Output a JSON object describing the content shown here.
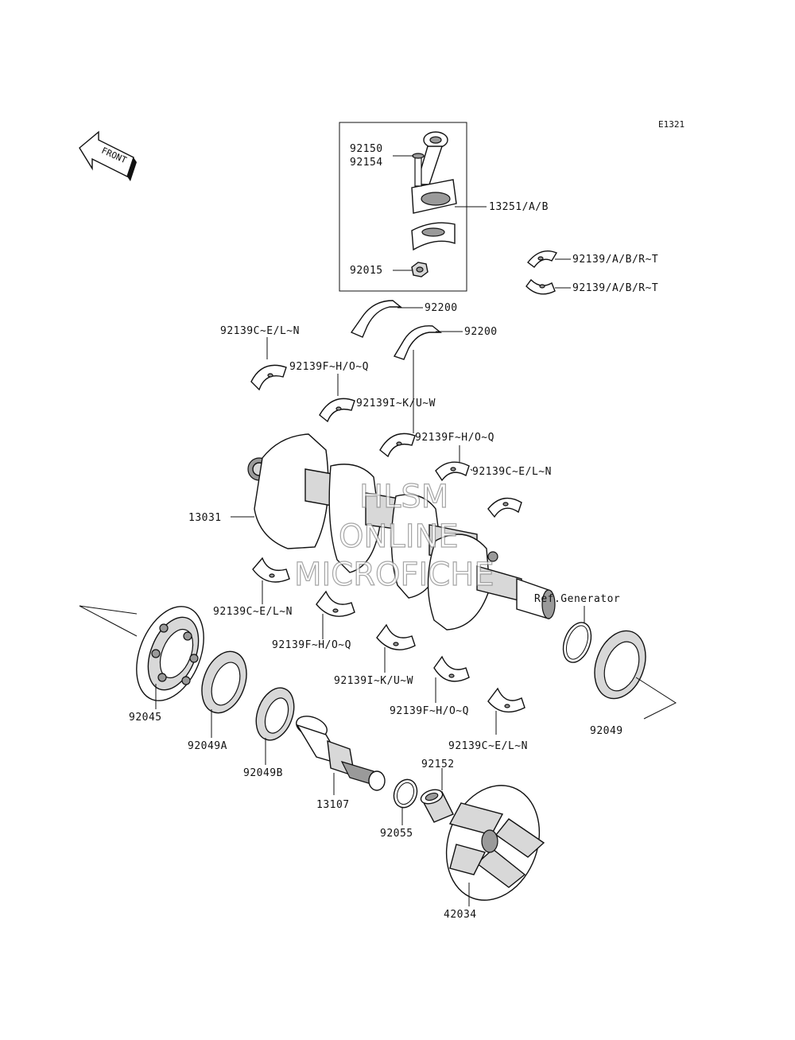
{
  "diagram_code": "E1321",
  "front_arrow_label": "FRONT",
  "watermark": [
    "HLSM",
    "ONLINE",
    "MICROFICHE"
  ],
  "ref_label": "Ref.Generator",
  "labels": {
    "p92150": "92150",
    "p92154": "92154",
    "p13251": "13251/A/B",
    "p92015": "92015",
    "p92139_a1": "92139/A/B/R~T",
    "p92139_a2": "92139/A/B/R~T",
    "p92200_1": "92200",
    "p92200_2": "92200",
    "p92139_cen_1": "92139C~E/L~N",
    "p92139_fhoq_1": "92139F~H/O~Q",
    "p92139_ikuw_1": "92139I~K/U~W",
    "p92139_fhoq_2": "92139F~H/O~Q",
    "p92139_cen_2": "92139C~E/L~N",
    "p13031": "13031",
    "p92139_cen_3": "92139C~E/L~N",
    "p92139_fhoq_3": "92139F~H/O~Q",
    "p92139_ikuw_2": "92139I~K/U~W",
    "p92139_fhoq_4": "92139F~H/O~Q",
    "p92139_cen_4": "92139C~E/L~N",
    "p92045": "92045",
    "p92049A": "92049A",
    "p92049B": "92049B",
    "p13107": "13107",
    "p92152": "92152",
    "p92055": "92055",
    "p42034": "42034",
    "p92049": "92049"
  }
}
